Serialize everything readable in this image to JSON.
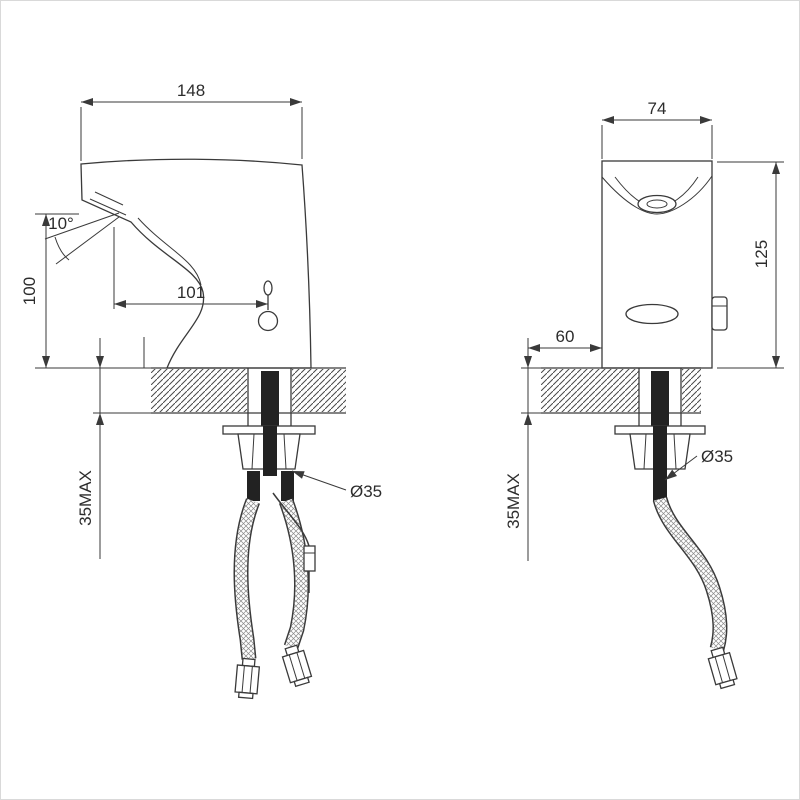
{
  "drawing": {
    "type": "technical-dimension-diagram",
    "subject": "sensor basin mixer tap, front and side views with installation hoses",
    "colors": {
      "line": "#3a3a3a",
      "background": "#ffffff",
      "fitting": "#222222"
    },
    "views": {
      "front": {
        "labels": {
          "width_top": "148",
          "spout_angle": "10°",
          "height_left": "100",
          "spout_reach": "101",
          "hole_diameter": "Ø35",
          "deck_thickness": "35MAX"
        }
      },
      "side": {
        "labels": {
          "width_top": "74",
          "height_right": "125",
          "front_offset": "60",
          "hole_diameter": "Ø35",
          "deck_thickness": "35MAX"
        }
      }
    }
  }
}
